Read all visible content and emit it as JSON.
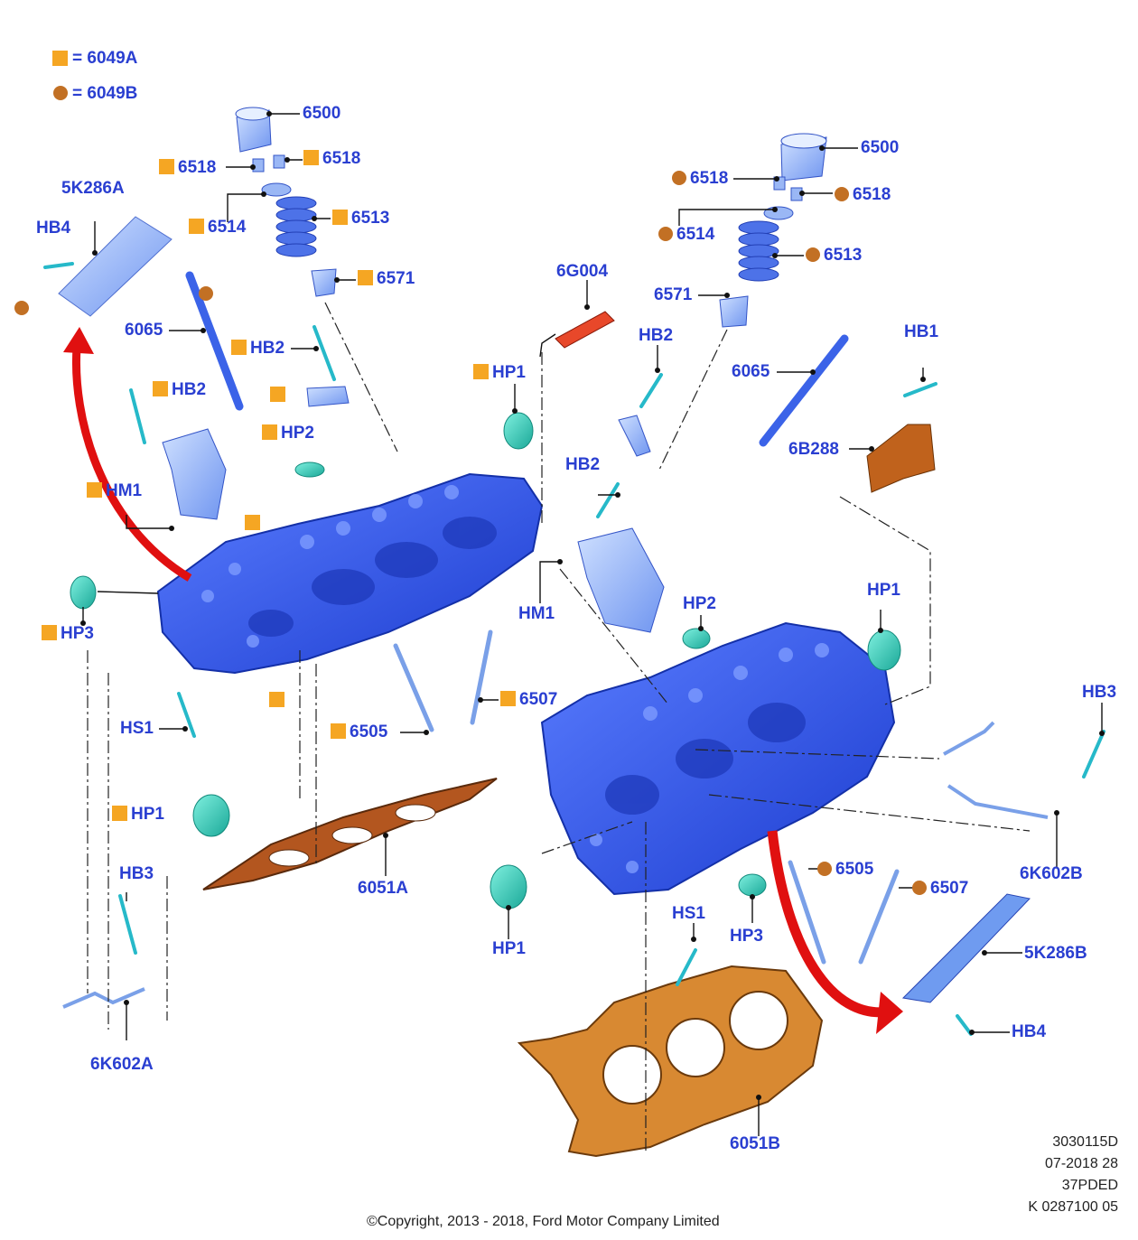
{
  "legend": {
    "square_label": "= 6049A",
    "circle_label": "= 6049B"
  },
  "labels": {
    "l_6500_left": "6500",
    "l_6518_left_a": "6518",
    "l_6518_left_b": "6518",
    "l_6514_left": "6514",
    "l_6513_left": "6513",
    "l_6571_left": "6571",
    "l_5k286a": "5K286A",
    "l_hb4_left": "HB4",
    "l_6065_left": "6065",
    "l_hb2_left_a": "HB2",
    "l_hb2_left_b": "HB2",
    "l_hp2_left": "HP2",
    "l_hm1_left": "HM1",
    "l_hp1_left_top": "HP1",
    "l_6g004": "6G004",
    "l_hp3_left": "HP3",
    "l_hs1_left": "HS1",
    "l_hp1_left_bottom": "HP1",
    "l_6505_left": "6505",
    "l_6507_left": "6507",
    "l_hb3_left": "HB3",
    "l_6051a": "6051A",
    "l_6k602a": "6K602A",
    "l_6500_right": "6500",
    "l_6518_right_a": "6518",
    "l_6518_right_b": "6518",
    "l_6514_right": "6514",
    "l_6513_right": "6513",
    "l_6571_right": "6571",
    "l_hb2_right_a": "HB2",
    "l_hb2_right_b": "HB2",
    "l_6065_right": "6065",
    "l_hb1": "HB1",
    "l_6b288": "6B288",
    "l_hm1_right": "HM1",
    "l_hp2_right": "HP2",
    "l_hp1_right": "HP1",
    "l_hb3_right": "HB3",
    "l_6k602b": "6K602B",
    "l_6505_right": "6505",
    "l_6507_right": "6507",
    "l_hp1_right_bottom": "HP1",
    "l_hs1_right": "HS1",
    "l_hp3_right": "HP3",
    "l_5k286b": "5K286B",
    "l_hb4_right": "HB4",
    "l_6051b": "6051B"
  },
  "meta": {
    "line1": "3030115D",
    "line2": "07-2018 28",
    "line3": "37PDED",
    "line4": "K 0287100 05"
  },
  "copyright": "©Copyright, 2013 - 2018, Ford Motor Company Limited",
  "colors": {
    "label_blue": "#2a3fd1",
    "marker_orange_square": "#f5a623",
    "marker_brown_circle": "#c27024",
    "head_blue": "#2f55e8",
    "gasket_orange": "#c8782a",
    "arrow_red": "#e01010",
    "plug_teal": "#2ec9b8"
  }
}
